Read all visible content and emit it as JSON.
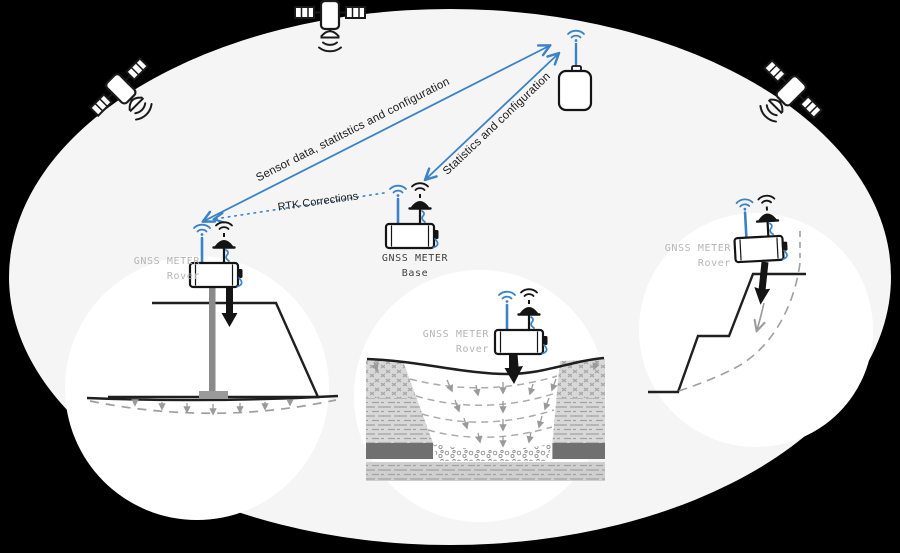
{
  "labels": {
    "sensor_data": "Sensor data, statitstics and configuration",
    "statistics": "Statistics and configuration",
    "rtk": "RTK Corrections"
  },
  "devices": {
    "base": {
      "name": "GNSS METER",
      "role": "Base"
    },
    "rover_embankment": {
      "name": "GNSS METER",
      "role": "Rover"
    },
    "rover_trench": {
      "name": "GNSS METER",
      "role": "Rover"
    },
    "rover_slope": {
      "name": "GNSS METER",
      "role": "Rover"
    }
  },
  "icons": {
    "satellites": [
      "satellite-icon-left",
      "satellite-icon-center",
      "satellite-icon-right"
    ],
    "gateway": "gateway-device-icon",
    "wifi": "wifi-signal-icon",
    "gnss_antenna": "gnss-dome-antenna-icon",
    "displacement": "down-arrow-icon"
  },
  "colors": {
    "accent_blue": "#3b82c6",
    "background": "#000000",
    "field": "#f5f5f6",
    "scene_circle": "#ffffff",
    "rover_label_gray": "#b5b5b5",
    "base_label_dark": "#414141",
    "soil_gray": "#d8d8d8",
    "dark_band": "#707070"
  }
}
